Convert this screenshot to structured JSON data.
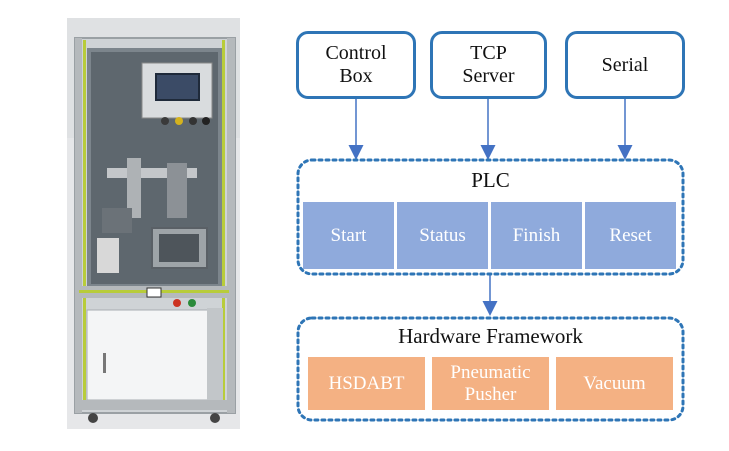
{
  "photo": {
    "caption": "",
    "accent": "#b8cc3a",
    "panel": "#e9eaec"
  },
  "inputs": [
    {
      "id": "control-box",
      "label_line1": "Control",
      "label_line2": "Box"
    },
    {
      "id": "tcp-server",
      "label_line1": "TCP",
      "label_line2": "Server"
    },
    {
      "id": "serial",
      "label_line1": "Serial",
      "label_line2": ""
    }
  ],
  "plc": {
    "title": "PLC",
    "cells": [
      "Start",
      "Status",
      "Finish",
      "Reset"
    ],
    "color": "#8faadc"
  },
  "hardware": {
    "title": "Hardware Framework",
    "cells": [
      {
        "line1": "HSDABT",
        "line2": ""
      },
      {
        "line1": "Pneumatic",
        "line2": "Pusher"
      },
      {
        "line1": "Vacuum",
        "line2": ""
      }
    ],
    "color": "#f4b183"
  },
  "colors": {
    "border": "#2e75b6",
    "arrow": "#4472c4"
  }
}
